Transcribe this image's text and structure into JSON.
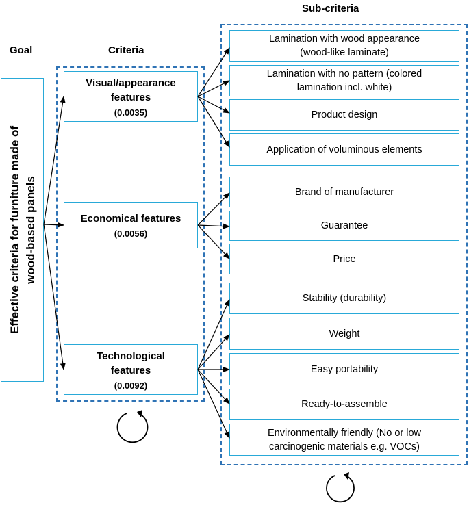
{
  "headers": {
    "goal": "Goal",
    "criteria": "Criteria",
    "sub_criteria": "Sub-criteria"
  },
  "goal": {
    "line1": "Effective criteria for furniture made of",
    "line2": "wood-based panels"
  },
  "criteria": [
    {
      "title_line1": "Visual/appearance",
      "title_line2": "features",
      "weight": "(0.0035)"
    },
    {
      "title_line1": "Economical features",
      "title_line2": "",
      "weight": "(0.0056)"
    },
    {
      "title_line1": "Technological",
      "title_line2": "features",
      "weight": "(0.0092)"
    }
  ],
  "sub_criteria": [
    {
      "line1": "Lamination with wood appearance",
      "line2": "(wood-like laminate)"
    },
    {
      "line1": "Lamination with no pattern (colored",
      "line2": "lamination incl. white)"
    },
    {
      "line1": "Product design",
      "line2": ""
    },
    {
      "line1": "Application of voluminous elements",
      "line2": ""
    },
    {
      "line1": "Brand of manufacturer",
      "line2": ""
    },
    {
      "line1": "Guarantee",
      "line2": ""
    },
    {
      "line1": "Price",
      "line2": ""
    },
    {
      "line1": "Stability (durability)",
      "line2": ""
    },
    {
      "line1": "Weight",
      "line2": ""
    },
    {
      "line1": "Easy portability",
      "line2": ""
    },
    {
      "line1": "Ready-to-assemble",
      "line2": ""
    },
    {
      "line1": "Environmentally friendly (No or low",
      "line2": "carcinogenic materials e.g. VOCs)"
    }
  ],
  "colors": {
    "box_border": "#29a9d8",
    "dashed_border": "#2f73b5",
    "arrow": "#000000"
  }
}
